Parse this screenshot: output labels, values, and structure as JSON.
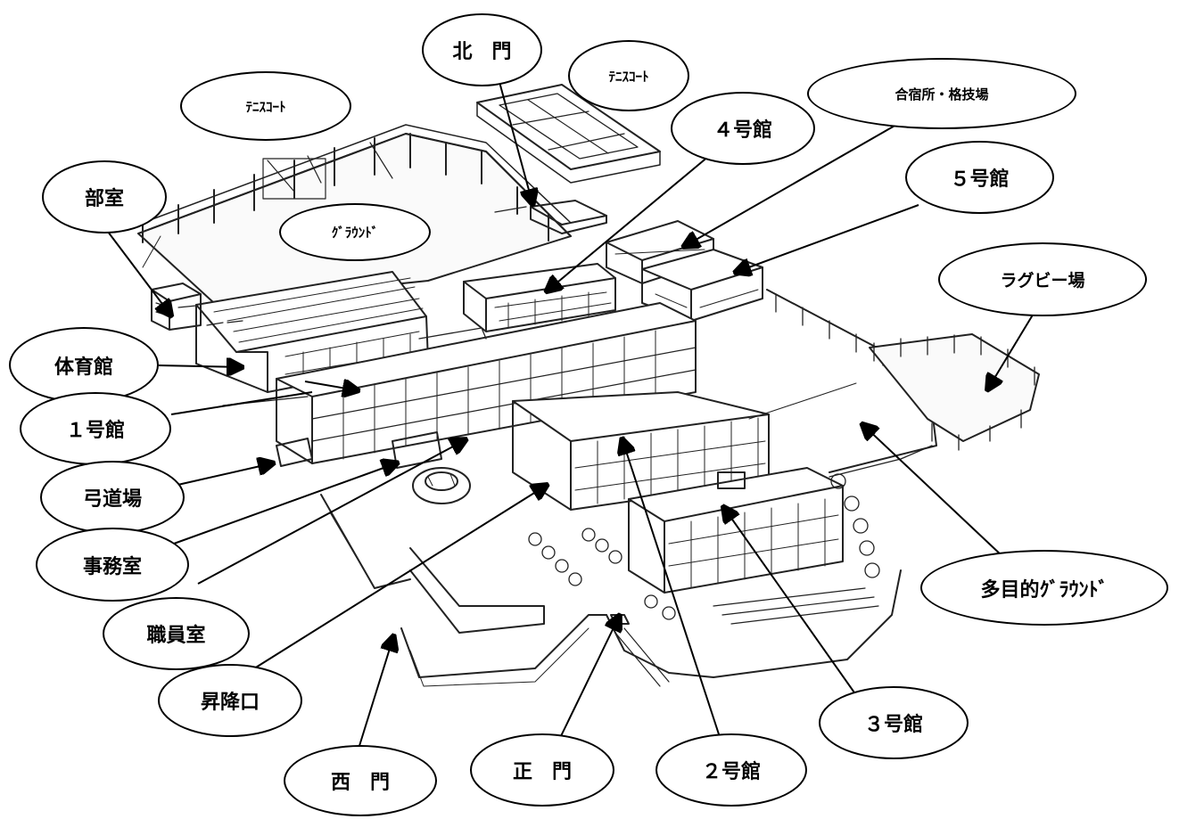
{
  "map": {
    "labels": {
      "kitamon": "北　門",
      "tennis_court_1": "ﾃﾆｽｺｰﾄ",
      "tennis_court_2": "ﾃﾆｽｺｰﾄ",
      "gasshukujo": "合宿所・格技場",
      "bldg4": "４号館",
      "bldg5": "５号館",
      "bushitsu": "部室",
      "ground": "ｸﾞﾗｳﾝﾄﾞ",
      "rugby": "ラグビー場",
      "taiikukan": "体育館",
      "bldg1": "１号館",
      "kyudojo": "弓道場",
      "jimushitsu": "事務室",
      "shokuinshitsu": "職員室",
      "shokoguchi": "昇降口",
      "nishimon": "西　門",
      "seimon": "正　門",
      "bldg2": "２号館",
      "bldg3": "３号館",
      "tamokuteki_ground": "多目的ｸﾞﾗｳﾝﾄﾞ"
    },
    "colors": {
      "ink": "#000000",
      "paper": "#ffffff",
      "sketch": "#222222"
    }
  }
}
